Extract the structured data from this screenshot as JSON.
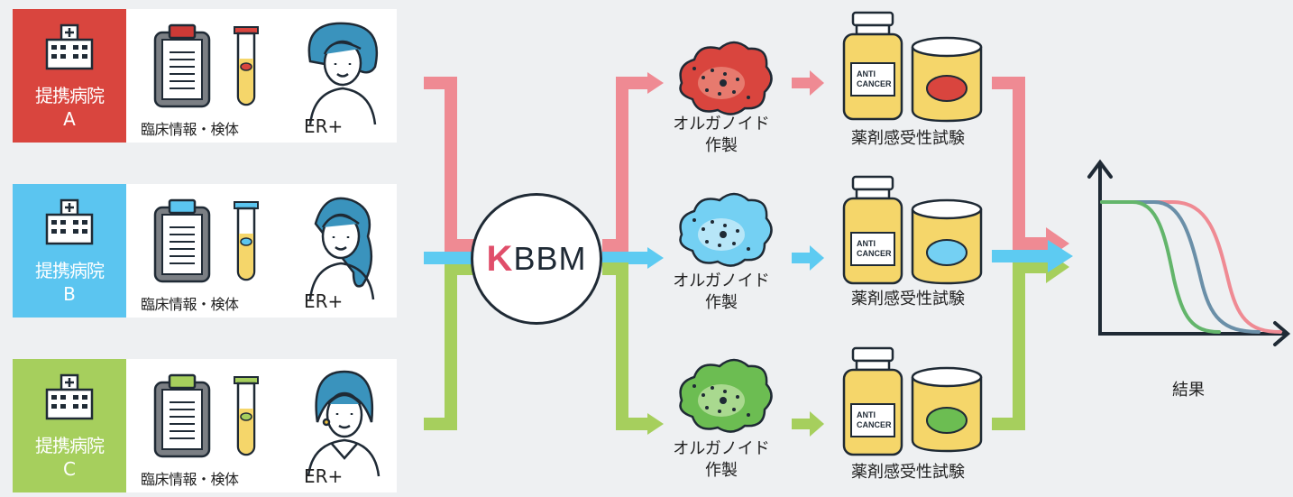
{
  "hospitals": [
    {
      "name": "提携病院",
      "letter": "A",
      "color": "#d9453e",
      "accent": "#cc3a36",
      "specimen": "#d9453e"
    },
    {
      "name": "提携病院",
      "letter": "B",
      "color": "#5bc5f0",
      "accent": "#5bc5f0",
      "specimen": "#5bc5f0"
    },
    {
      "name": "提携病院",
      "letter": "C",
      "color": "#a6cf5d",
      "accent": "#a6cf5d",
      "specimen": "#a6cf5d"
    }
  ],
  "clinical_label": "臨床情報・検体",
  "receptor_label": "ER+",
  "center": {
    "logo_k": "K",
    "logo_rest": "BBM"
  },
  "organoid_label_line1": "オルガノイド",
  "organoid_label_line2": "作製",
  "drug_test_label": "薬剤感受性試験",
  "bottle_label_line1": "ANTI",
  "bottle_label_line2": "CANCER",
  "result_label": "結果",
  "colors": {
    "red_flow": "#ef8a93",
    "blue_flow": "#5dcbf2",
    "green_flow": "#a6cf5d",
    "ink": "#1f2a35",
    "background": "#eef0f2"
  }
}
